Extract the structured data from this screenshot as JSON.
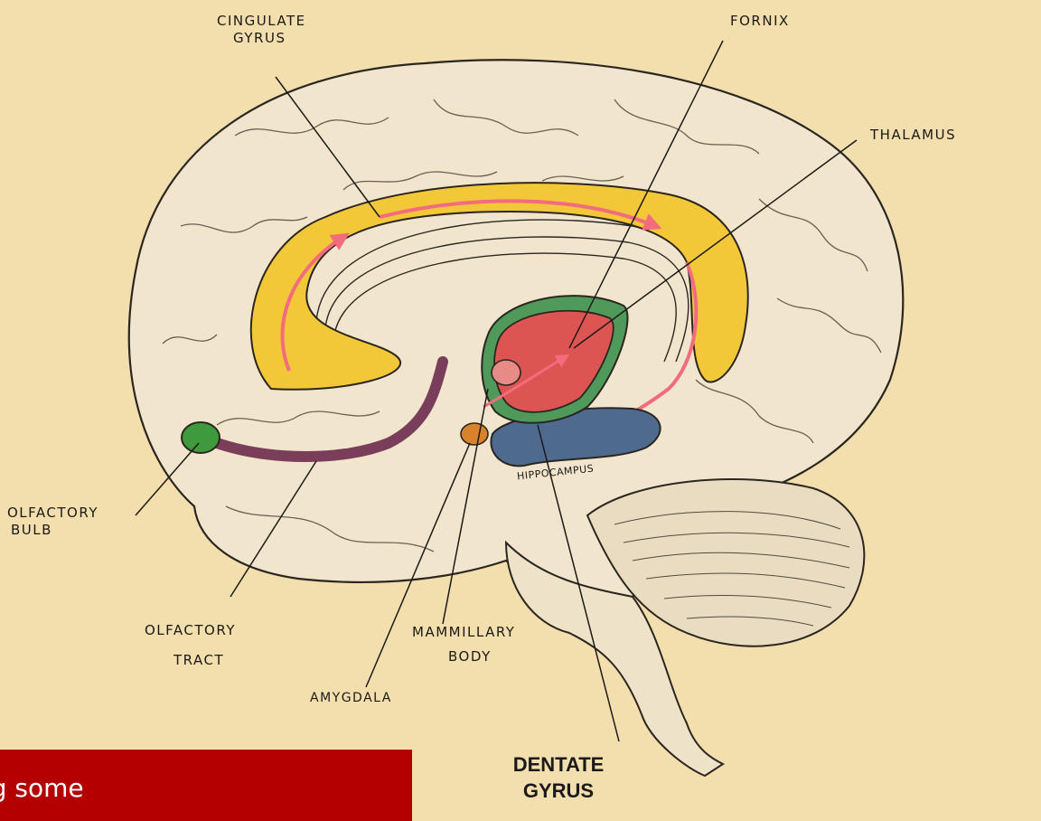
{
  "labels": {
    "cingulate_gyrus": [
      "CINGULATE",
      "GYRUS"
    ],
    "fornix": "FORNIX",
    "thalamus": "THALAMUS",
    "olfactory_bulb": [
      "OLFACTORY",
      "BULB"
    ],
    "olfactory_tract": [
      "OLFACTORY",
      "TRACT"
    ],
    "hippocampus": "HIPPOCAMPUS",
    "mammillary_body": [
      "MAMMILLARY",
      "BODY"
    ],
    "amygdala": "AMYGDALA",
    "dentate_gyrus": [
      "DENTATE",
      "GYRUS"
    ]
  },
  "banner": {
    "text": "ng some"
  },
  "colors": {
    "background": "#f3dfae",
    "brain": "#f1e6cd",
    "cingulate": "#f2c738",
    "thalamus": "#dc5552",
    "fornix_outline": "#4f9a5a",
    "hippocampus": "#4f6a8f",
    "olfactory_bulb": "#3e9a3a",
    "olfactory_tract": "#7a3d5a",
    "amygdala": "#d9822e",
    "mammillary": "#e88a86",
    "arrows": "#f26c7d",
    "banner": "#b40000"
  }
}
